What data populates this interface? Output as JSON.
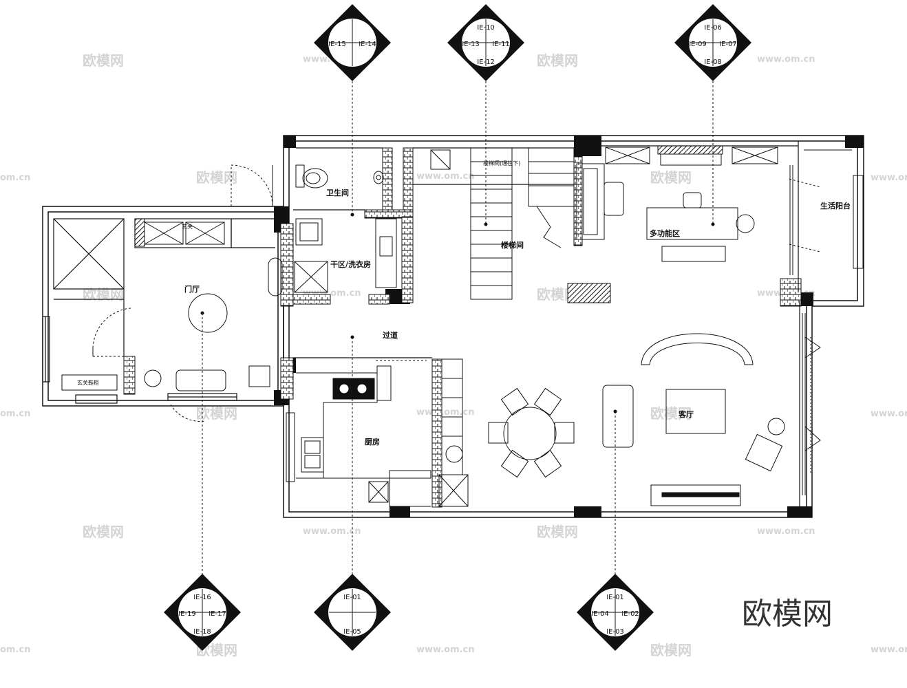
{
  "rooms": {
    "bathroom": "卫生间",
    "dry_area": "干区/洗衣房",
    "entrance": "门厅",
    "entrance_cabinet": "玄关",
    "shoe_cabinet": "玄关鞋柜",
    "corridor": "过道",
    "stair": "楼梯间",
    "stair_note": "楼梯间(通往下)",
    "multi_area": "多功能区",
    "balcony": "生活阳台",
    "living": "客厅",
    "kitchen": "厨房"
  },
  "index_tags": [
    {
      "name": "tag-top-left",
      "top": "",
      "right": "IE-14",
      "bottom": "",
      "left": "IE-15"
    },
    {
      "name": "tag-top-mid",
      "top": "IE-10",
      "right": "IE-11",
      "bottom": "IE-12",
      "left": "IE-13"
    },
    {
      "name": "tag-top-right",
      "top": "IE-06",
      "right": "IE-07",
      "bottom": "IE-08",
      "left": "IE-09"
    },
    {
      "name": "tag-bottom-left",
      "top": "IE-16",
      "right": "IE-17",
      "bottom": "IE-18",
      "left": "IE-19"
    },
    {
      "name": "tag-bottom-mid",
      "top": "IE-01",
      "right": "",
      "bottom": "IE-05",
      "left": ""
    },
    {
      "name": "tag-bottom-right",
      "top": "IE-01",
      "right": "IE-02",
      "bottom": "IE-03",
      "left": "IE-04"
    }
  ],
  "watermark": {
    "brand": "欧模网",
    "url": "www.om.cn",
    "partial": "om.cn"
  },
  "colors": {
    "line": "#111111",
    "wall_fill": "#111111",
    "watermark": "#d4d4d4"
  }
}
